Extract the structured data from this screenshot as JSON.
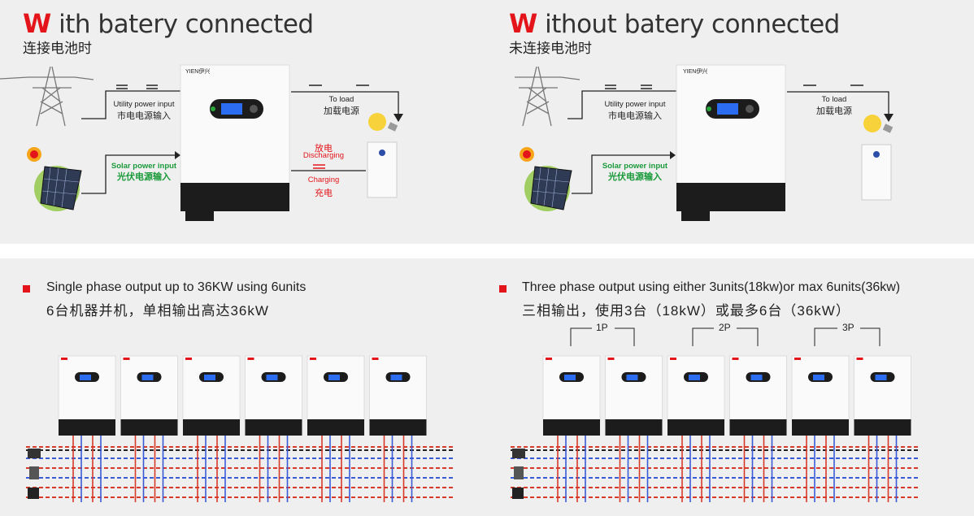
{
  "top": {
    "left": {
      "title_initial": "W",
      "title_rest": " ith batery connected",
      "subtitle": "连接电池时",
      "brand": "YIEN伊兴",
      "utility_en": "Utility power input",
      "utility_cn": "市电电源输入",
      "solar_en": "Solar power input",
      "solar_cn": "光伏电源输入",
      "load_en": "To load",
      "load_cn": "加载电源",
      "discharge_cn": "放电",
      "discharge_en": "Discharging",
      "charge_en": "Charging",
      "charge_cn": "充电"
    },
    "right": {
      "title_initial": "W",
      "title_rest": " ithout batery connected",
      "subtitle": "未连接电池时",
      "brand": "YIEN伊兴",
      "utility_en": "Utility power input",
      "utility_cn": "市电电源输入",
      "solar_en": "Solar power input",
      "solar_cn": "光伏电源输入",
      "load_en": "To load",
      "load_cn": "加载电源"
    }
  },
  "bottom": {
    "left": {
      "line_en": "Single phase output up to 36KW using 6units",
      "line_cn": "6台机器并机，单相输出高达36kW"
    },
    "right": {
      "line_en": "Three phase output using either 3units(18kw)or max 6units(36kw)",
      "line_cn": "三相输出，使用3台（18kW）或最多6台（36kW）",
      "phases": [
        "1P",
        "2P",
        "3P"
      ]
    }
  },
  "colors": {
    "accent": "#e3151a",
    "green": "#1a9a3a",
    "panel": "#efefef",
    "inverter_dark": "#1c1c1c",
    "wire_red": "#d83a2a",
    "wire_blue": "#3a5bd8"
  }
}
